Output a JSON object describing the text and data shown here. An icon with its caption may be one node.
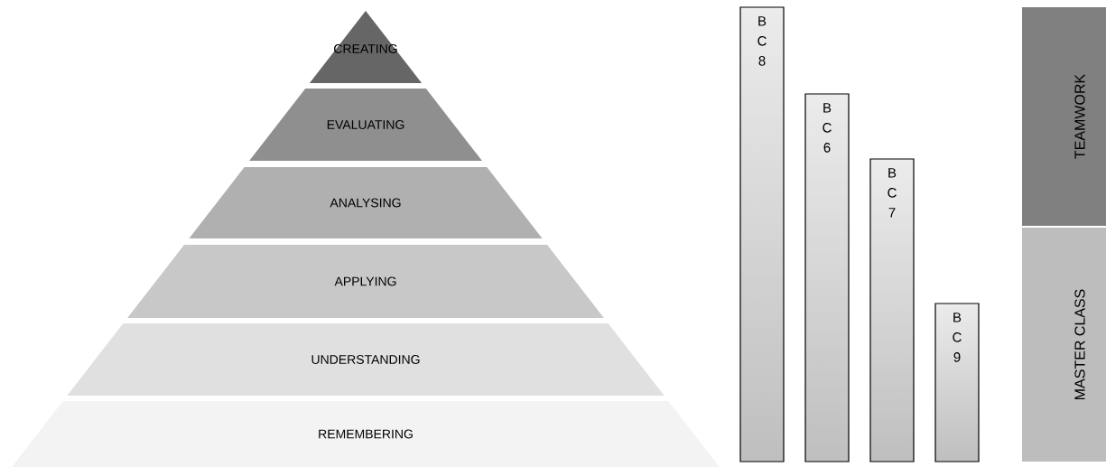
{
  "diagram": {
    "nodes": [
      {
        "text": [
          "CREATING"
        ]
      },
      {
        "text": [
          "EVALUATING"
        ]
      },
      {
        "text": [
          "ANALYSING"
        ]
      },
      {
        "text": [
          "APPLYING"
        ]
      },
      {
        "text": [
          "UNDERSTANDING"
        ]
      },
      {
        "text": [
          "REMEMBERING"
        ]
      },
      {
        "text": [
          "B C 8"
        ]
      },
      {
        "text": [
          "B C 6"
        ]
      },
      {
        "text": [
          "B C 7"
        ]
      },
      {
        "text": [
          "B C 9"
        ]
      },
      {
        "text": [
          "TEAMWORK"
        ]
      },
      {
        "text": [
          "MASTER CLASS"
        ]
      }
    ]
  }
}
